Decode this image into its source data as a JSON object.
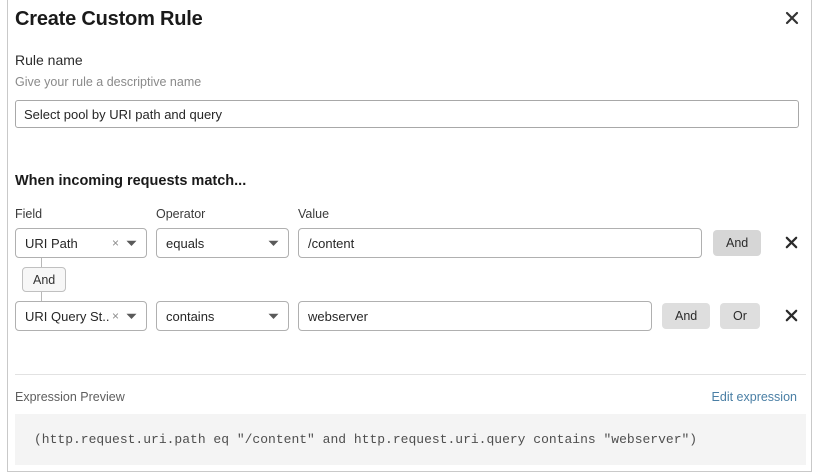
{
  "dialog": {
    "title": "Create Custom Rule",
    "close_icon": "close-icon"
  },
  "rule_name": {
    "label": "Rule name",
    "description": "Give your rule a descriptive name",
    "value": "Select pool by URI path and query",
    "placeholder": "Rule name"
  },
  "match": {
    "heading": "When incoming requests match...",
    "columns": {
      "field": "Field",
      "operator": "Operator",
      "value": "Value"
    },
    "connector_chip": "And",
    "rows": [
      {
        "field": "URI Path",
        "operator": "equals",
        "value": "/content",
        "clear_icon": "×",
        "buttons": [
          "And"
        ],
        "delete_icon": "close-icon"
      },
      {
        "field": "URI Query St...",
        "operator": "contains",
        "value": "webserver",
        "clear_icon": "×",
        "buttons": [
          "And",
          "Or"
        ],
        "delete_icon": "close-icon"
      }
    ]
  },
  "expression": {
    "label": "Expression Preview",
    "edit_link": "Edit expression",
    "code": "(http.request.uri.path eq \"/content\" and http.request.uri.query contains \"webserver\")"
  },
  "colors": {
    "link": "#4a7fa5",
    "button_bg": "#d6d6d6",
    "code_bg": "#f4f4f4"
  }
}
